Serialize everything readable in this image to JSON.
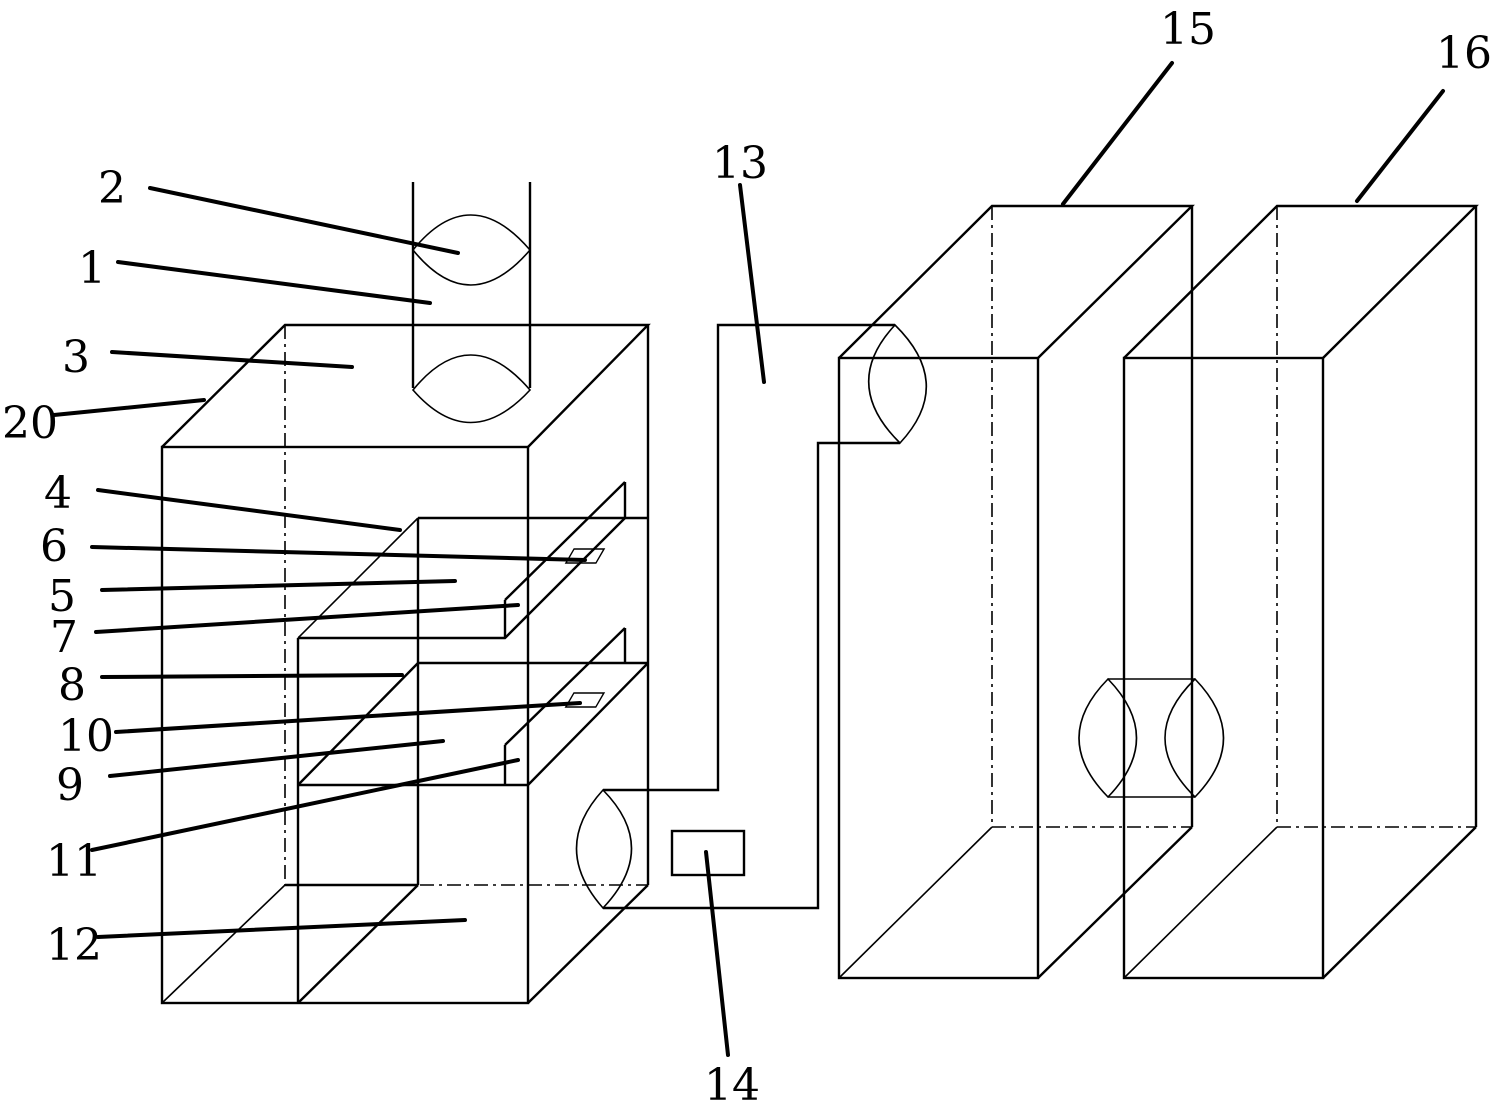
{
  "labels": [
    {
      "id": "1",
      "text": "1"
    },
    {
      "id": "2",
      "text": "2"
    },
    {
      "id": "3",
      "text": "3"
    },
    {
      "id": "4",
      "text": "4"
    },
    {
      "id": "5",
      "text": "5"
    },
    {
      "id": "6",
      "text": "6"
    },
    {
      "id": "7",
      "text": "7"
    },
    {
      "id": "8",
      "text": "8"
    },
    {
      "id": "9",
      "text": "9"
    },
    {
      "id": "10",
      "text": "10"
    },
    {
      "id": "11",
      "text": "11"
    },
    {
      "id": "12",
      "text": "12"
    },
    {
      "id": "13",
      "text": "13"
    },
    {
      "id": "14",
      "text": "14"
    },
    {
      "id": "15",
      "text": "15"
    },
    {
      "id": "16",
      "text": "16"
    },
    {
      "id": "20",
      "text": "20"
    }
  ],
  "colors": {
    "line": "#000000",
    "background": "#ffffff"
  }
}
